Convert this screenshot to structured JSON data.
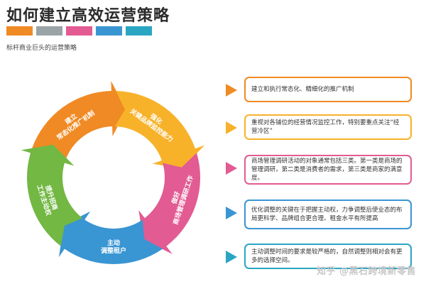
{
  "header": {
    "title": "如何建立高效运营策略",
    "subtitle": "标杆商业巨头的运营策略",
    "palette": [
      "#f08a24",
      "#9aa3a5",
      "#e25b93",
      "#3a95d3",
      "#2aa6c3"
    ]
  },
  "cycle": {
    "segments": [
      {
        "label_line1": "建立",
        "label_line2": "常态化推广机制",
        "color": "#f08a24"
      },
      {
        "label_line1": "强化",
        "label_line2": "关键品牌监控能力",
        "color": "#f7b22a"
      },
      {
        "label_line1": "做好",
        "label_line2": "商场管理调研工作",
        "color": "#e25b93"
      },
      {
        "label_line1": "主动",
        "label_line2": "调整租户",
        "color": "#3a95d3"
      },
      {
        "label_line1": "提升招商",
        "label_line2": "工作主动权",
        "color": "#72b843"
      }
    ]
  },
  "items": [
    {
      "text": "建立和执行常态化、精细化的推广机制",
      "color": "#f08a24"
    },
    {
      "text": "重视对各铺位的经营情况监控工作，特别要重点关注“经营冷区”",
      "color": "#f7b22a"
    },
    {
      "text": "商场管理调研活动的对象通常包括三类。第一类是商场的管理调研，第二类是消费者的需求，第三类是商家的满意度。",
      "color": "#e25b93"
    },
    {
      "text": "优化调整的关键在于把握主动权，力争调整后使业态的布局更科学、品牌组合更合理、租金水平有所提高",
      "color": "#3a95d3"
    },
    {
      "text": "主动调整时间的要求是较严格的，自然调整则相对会有更多的选择空间。",
      "color": "#2aa6c3"
    }
  ],
  "watermark": "知乎 @黑石跨境新零售"
}
